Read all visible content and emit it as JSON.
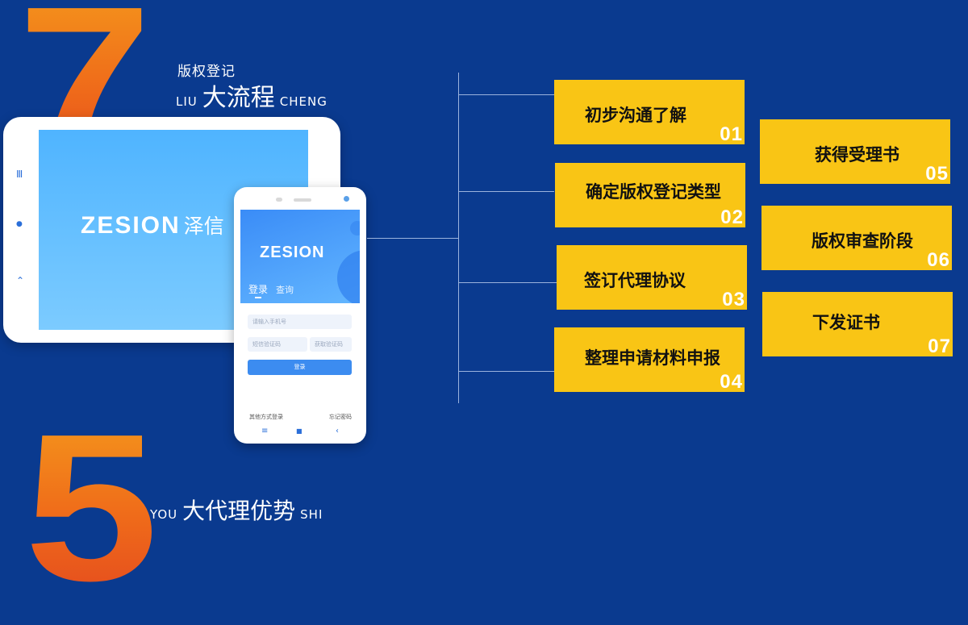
{
  "decor": {
    "digit_top": "7",
    "digit_bottom": "5"
  },
  "header": {
    "small": "版权登记",
    "prefix": "LIU",
    "main": "大流程",
    "suffix": "CHENG"
  },
  "footer": {
    "prefix": "YOU",
    "main": "大代理优势",
    "suffix": "SHI"
  },
  "tablet": {
    "logo": "ZESION",
    "logo_cn": "泽信",
    "side_buttons": [
      "Ⅲ",
      "●",
      "⌃"
    ]
  },
  "phone": {
    "logo": "ZESION",
    "tab_login": "登录",
    "tab_query": "查询",
    "phone_placeholder": "请输入手机号",
    "sms_placeholder": "短信验证码",
    "get_code": "获取验证码",
    "login_button": "登录",
    "other_login": "其他方式登录",
    "forgot_password": "忘记密码",
    "nav": [
      "≡",
      "■",
      "‹"
    ]
  },
  "steps": [
    {
      "label": "初步沟通了解",
      "num": "01"
    },
    {
      "label": "确定版权登记类型",
      "num": "02"
    },
    {
      "label": "签订代理协议",
      "num": "03"
    },
    {
      "label": "整理申请材料申报",
      "num": "04"
    },
    {
      "label": "获得受理书",
      "num": "05"
    },
    {
      "label": "版权审查阶段",
      "num": "06"
    },
    {
      "label": "下发证书",
      "num": "07"
    }
  ],
  "colors": {
    "background": "#0a3a8f",
    "step_fill": "#f9c515",
    "digit_gradient_top": "#f59a1c",
    "digit_gradient_bottom": "#e3481f",
    "accent_blue": "#3c8cf0"
  }
}
